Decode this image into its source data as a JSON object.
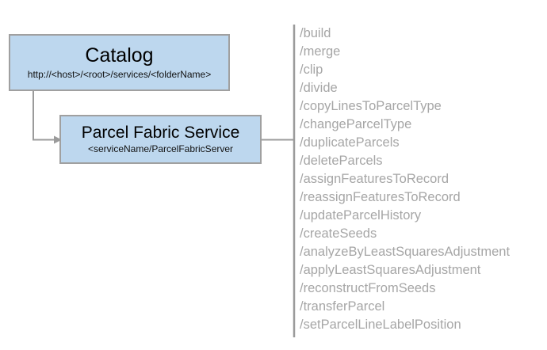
{
  "diagram": {
    "type": "architecture-diagram",
    "background_color": "#ffffff",
    "nodes": [
      {
        "id": "catalog",
        "title": "Catalog",
        "subtitle": "http://<host>/<root>/services/<folderName>",
        "fill_color": "#bdd7ee",
        "border_color": "#a0a0a0"
      },
      {
        "id": "parcel-fabric-service",
        "title": "Parcel Fabric Service",
        "subtitle": "<serviceName/ParcelFabricServer",
        "fill_color": "#bdd7ee",
        "border_color": "#a0a0a0"
      }
    ],
    "connectors": {
      "line_color": "#9b9b9b",
      "catalog_to_service": "elbow-with-arrow",
      "service_to_operations": "straight"
    },
    "operations": {
      "text_color": "#a6a6a6",
      "items": [
        "/build",
        "/merge",
        "/clip",
        "/divide",
        "/copyLinesToParcelType",
        "/changeParcelType",
        "/duplicateParcels",
        "/deleteParcels",
        "/assignFeaturesToRecord",
        "/reassignFeaturesToRecord",
        "/updateParcelHistory",
        "/createSeeds",
        "/analyzeByLeastSquaresAdjustment",
        "/applyLeastSquaresAdjustment",
        "/reconstructFromSeeds",
        "/transferParcel",
        "/setParcelLineLabelPosition"
      ]
    }
  }
}
